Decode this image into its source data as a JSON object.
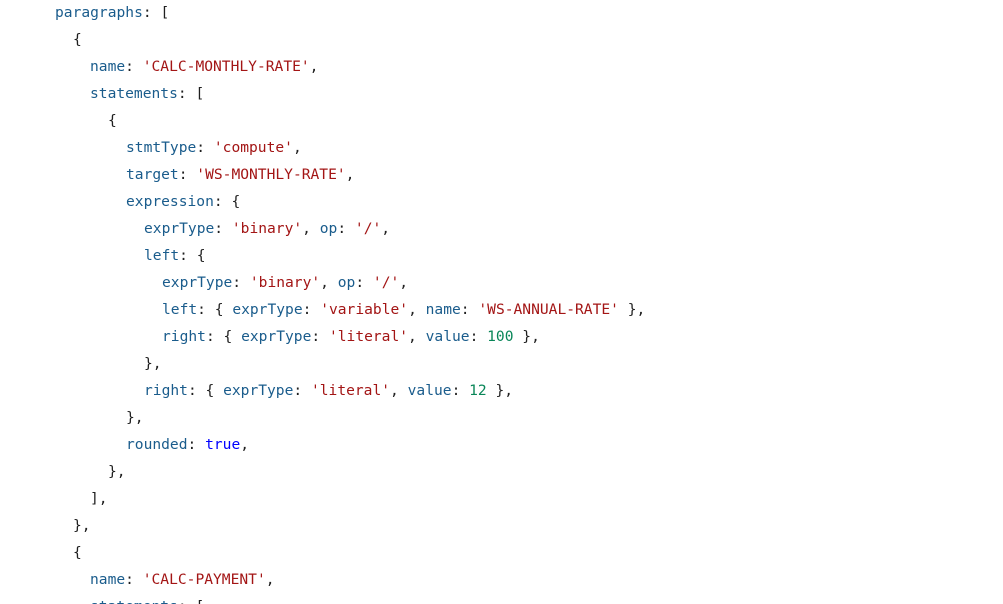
{
  "code": {
    "lines": [
      [
        {
          "t": "key",
          "v": "paragraphs"
        },
        {
          "t": "punc",
          "v": ": ["
        }
      ],
      [
        {
          "t": "punc",
          "v": "{"
        }
      ],
      [
        {
          "t": "key",
          "v": "name"
        },
        {
          "t": "punc",
          "v": ": "
        },
        {
          "t": "str",
          "v": "'CALC-MONTHLY-RATE'"
        },
        {
          "t": "punc",
          "v": ","
        }
      ],
      [
        {
          "t": "key",
          "v": "statements"
        },
        {
          "t": "punc",
          "v": ": ["
        }
      ],
      [
        {
          "t": "punc",
          "v": "{"
        }
      ],
      [
        {
          "t": "key",
          "v": "stmtType"
        },
        {
          "t": "punc",
          "v": ": "
        },
        {
          "t": "str",
          "v": "'compute'"
        },
        {
          "t": "punc",
          "v": ","
        }
      ],
      [
        {
          "t": "key",
          "v": "target"
        },
        {
          "t": "punc",
          "v": ": "
        },
        {
          "t": "str",
          "v": "'WS-MONTHLY-RATE'"
        },
        {
          "t": "punc",
          "v": ","
        }
      ],
      [
        {
          "t": "key",
          "v": "expression"
        },
        {
          "t": "punc",
          "v": ": {"
        }
      ],
      [
        {
          "t": "key",
          "v": "exprType"
        },
        {
          "t": "punc",
          "v": ": "
        },
        {
          "t": "str",
          "v": "'binary'"
        },
        {
          "t": "punc",
          "v": ", "
        },
        {
          "t": "key",
          "v": "op"
        },
        {
          "t": "punc",
          "v": ": "
        },
        {
          "t": "str",
          "v": "'/'"
        },
        {
          "t": "punc",
          "v": ","
        }
      ],
      [
        {
          "t": "key",
          "v": "left"
        },
        {
          "t": "punc",
          "v": ": {"
        }
      ],
      [
        {
          "t": "key",
          "v": "exprType"
        },
        {
          "t": "punc",
          "v": ": "
        },
        {
          "t": "str",
          "v": "'binary'"
        },
        {
          "t": "punc",
          "v": ", "
        },
        {
          "t": "key",
          "v": "op"
        },
        {
          "t": "punc",
          "v": ": "
        },
        {
          "t": "str",
          "v": "'/'"
        },
        {
          "t": "punc",
          "v": ","
        }
      ],
      [
        {
          "t": "key",
          "v": "left"
        },
        {
          "t": "punc",
          "v": ": { "
        },
        {
          "t": "key",
          "v": "exprType"
        },
        {
          "t": "punc",
          "v": ": "
        },
        {
          "t": "str",
          "v": "'variable'"
        },
        {
          "t": "punc",
          "v": ", "
        },
        {
          "t": "key",
          "v": "name"
        },
        {
          "t": "punc",
          "v": ": "
        },
        {
          "t": "str",
          "v": "'WS-ANNUAL-RATE'"
        },
        {
          "t": "punc",
          "v": " },"
        }
      ],
      [
        {
          "t": "key",
          "v": "right"
        },
        {
          "t": "punc",
          "v": ": { "
        },
        {
          "t": "key",
          "v": "exprType"
        },
        {
          "t": "punc",
          "v": ": "
        },
        {
          "t": "str",
          "v": "'literal'"
        },
        {
          "t": "punc",
          "v": ", "
        },
        {
          "t": "key",
          "v": "value"
        },
        {
          "t": "punc",
          "v": ": "
        },
        {
          "t": "num",
          "v": "100"
        },
        {
          "t": "punc",
          "v": " },"
        }
      ],
      [
        {
          "t": "punc",
          "v": "},"
        }
      ],
      [
        {
          "t": "key",
          "v": "right"
        },
        {
          "t": "punc",
          "v": ": { "
        },
        {
          "t": "key",
          "v": "exprType"
        },
        {
          "t": "punc",
          "v": ": "
        },
        {
          "t": "str",
          "v": "'literal'"
        },
        {
          "t": "punc",
          "v": ", "
        },
        {
          "t": "key",
          "v": "value"
        },
        {
          "t": "punc",
          "v": ": "
        },
        {
          "t": "num",
          "v": "12"
        },
        {
          "t": "punc",
          "v": " },"
        }
      ],
      [
        {
          "t": "punc",
          "v": "},"
        }
      ],
      [
        {
          "t": "key",
          "v": "rounded"
        },
        {
          "t": "punc",
          "v": ": "
        },
        {
          "t": "bool",
          "v": "true"
        },
        {
          "t": "punc",
          "v": ","
        }
      ],
      [
        {
          "t": "punc",
          "v": "},"
        }
      ],
      [
        {
          "t": "punc",
          "v": "],"
        }
      ],
      [
        {
          "t": "punc",
          "v": "},"
        }
      ],
      [
        {
          "t": "punc",
          "v": "{"
        }
      ],
      [
        {
          "t": "key",
          "v": "name"
        },
        {
          "t": "punc",
          "v": ": "
        },
        {
          "t": "str",
          "v": "'CALC-PAYMENT'"
        },
        {
          "t": "punc",
          "v": ","
        }
      ],
      [
        {
          "t": "key",
          "v": "statements"
        },
        {
          "t": "punc",
          "v": ": ["
        }
      ]
    ]
  },
  "colors": {
    "background": "#ffffff",
    "key": "#1a5c8c",
    "string": "#a31515",
    "number": "#098658",
    "boolean": "#0000ff",
    "punctuation": "#1f1f1f"
  }
}
